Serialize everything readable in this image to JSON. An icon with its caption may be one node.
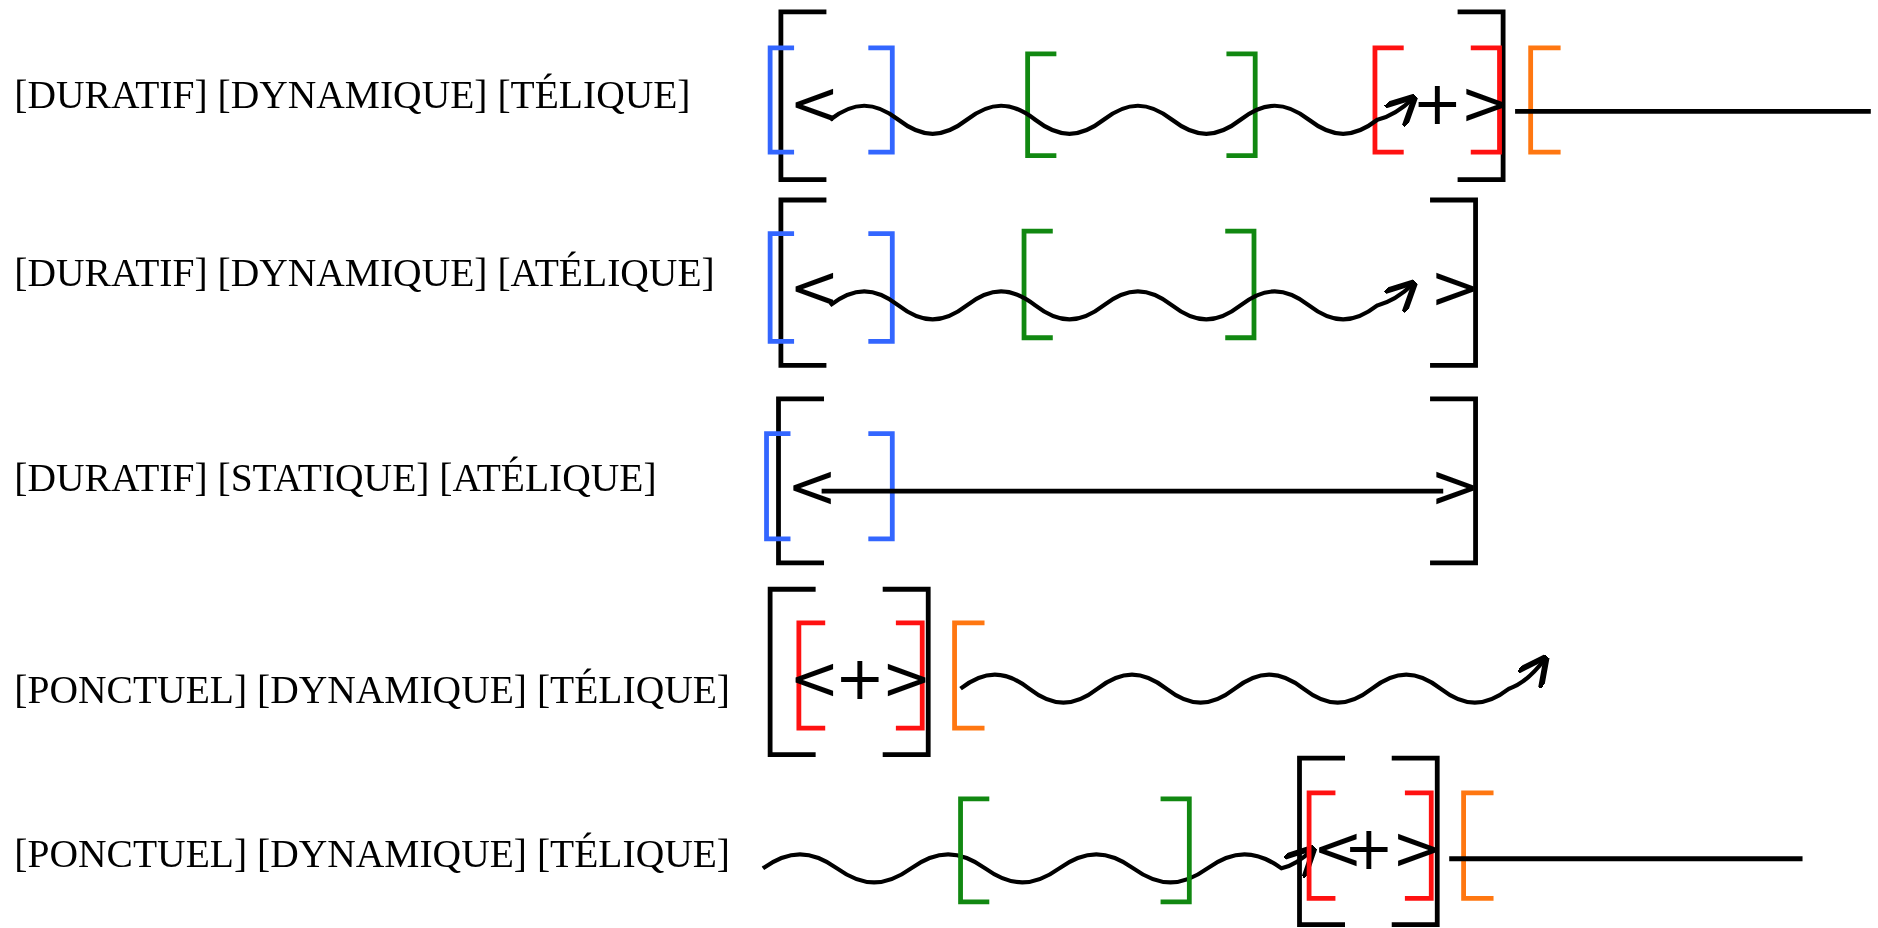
{
  "diagram": {
    "labels": [
      "[DURATIF] [DYNAMIQUE] [TÉLIQUE]",
      "<",
      "+",
      ">",
      "[DURATIF] [DYNAMIQUE] [ATÉLIQUE]",
      "<",
      ">",
      "[DURATIF] [STATIQUE] [ATÉLIQUE]",
      "<",
      ">",
      "[PONCTUEL] [DYNAMIQUE] [TÉLIQUE]",
      "<",
      "+",
      ">",
      "[PONCTUEL] [DYNAMIQUE] [TÉLIQUE]",
      "<",
      "+",
      ">"
    ]
  }
}
